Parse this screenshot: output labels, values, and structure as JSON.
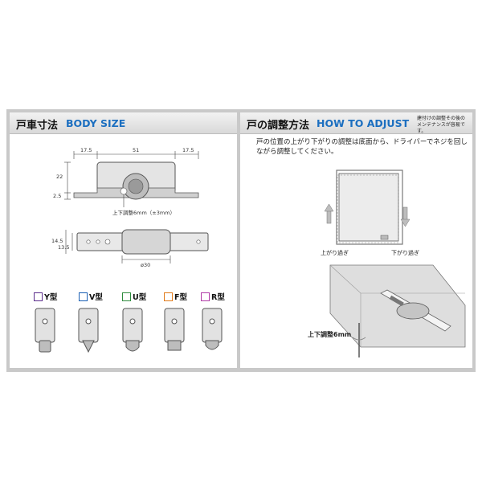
{
  "left": {
    "title_jp": "戸車寸法",
    "title_en": "BODY SIZE",
    "dims": {
      "top_left": "17.5",
      "top_mid": "51",
      "top_right": "17.5",
      "height_22": "22",
      "height_25": "2.5",
      "adjust": "上下調整6mm（±3mm）",
      "side_145": "14.5",
      "side_135": "13.5",
      "diameter": "ø30"
    },
    "types": [
      {
        "label": "Y型",
        "color": "#5b2d8c",
        "icon": "y-groove-icon"
      },
      {
        "label": "V型",
        "color": "#1a5fb4",
        "icon": "v-groove-icon"
      },
      {
        "label": "U型",
        "color": "#2e8b3d",
        "icon": "u-groove-icon"
      },
      {
        "label": "F型",
        "color": "#e07b1a",
        "icon": "flat-icon"
      },
      {
        "label": "R型",
        "color": "#b03aa6",
        "icon": "r-round-icon"
      }
    ]
  },
  "right": {
    "title_jp": "戸の調整方法",
    "title_en": "HOW TO ADJUST",
    "note_line1": "建付けの調整その後の",
    "note_line2": "メンテナンスが容易です。",
    "instruction_line1": "戸の位置の上がり下がりの調整は底面から、ドライバーでネジを回し",
    "instruction_line2": "ながら調整してください。",
    "label_up": "上がり過ぎ",
    "label_down": "下がり過ぎ",
    "adjust_label": "上下調整6mm"
  }
}
